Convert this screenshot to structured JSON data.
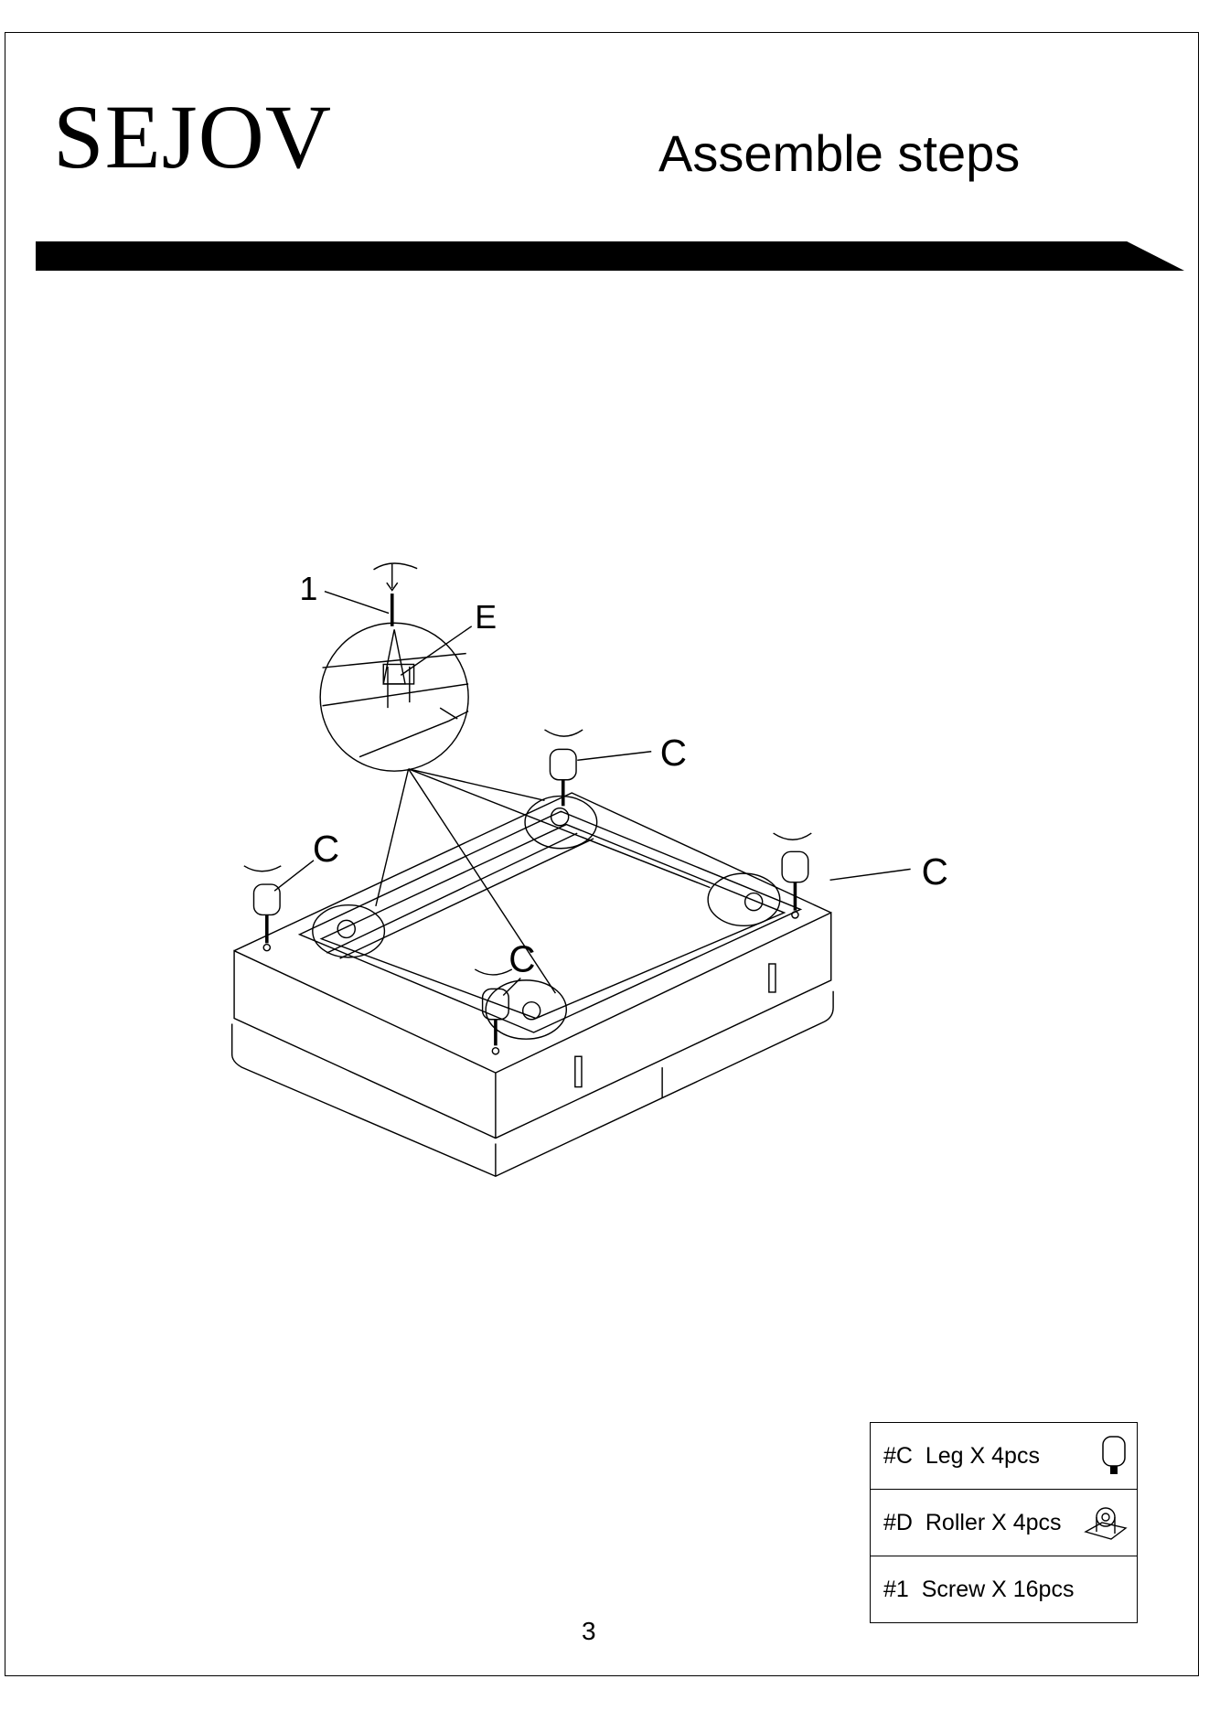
{
  "header": {
    "brand": "SEJOV",
    "title": "Assemble steps"
  },
  "diagram": {
    "screw_label": "1",
    "roller_plate_label": "E",
    "leg_labels": [
      "C",
      "C",
      "C",
      "C"
    ]
  },
  "parts": [
    {
      "code": "#C",
      "text": "Leg X 4pcs",
      "icon": "leg-icon"
    },
    {
      "code": "#D",
      "text": "Roller X 4pcs",
      "icon": "roller-icon"
    },
    {
      "code": "#1",
      "text": "Screw X 16pcs",
      "icon": ""
    }
  ],
  "page_number": "3"
}
